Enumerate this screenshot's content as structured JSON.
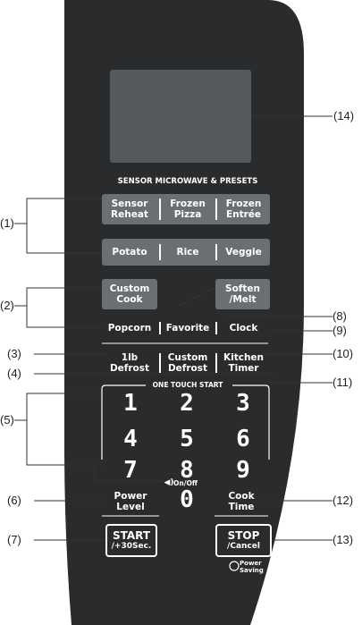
{
  "panel": {
    "title": "SENSOR MICROWAVE & PRESETS",
    "row1": [
      "Sensor\nReheat",
      "Frozen\nPizza",
      "Frozen\nEntrée"
    ],
    "row2": [
      "Potato",
      "Rice",
      "Veggie"
    ],
    "custom_cook": "Custom\nCook",
    "soften_melt": "Soften\n/Melt",
    "popcorn": "Popcorn",
    "favorite": "Favorite",
    "clock": "Clock",
    "defrost_1lb": "1lb\nDefrost",
    "custom_defrost": "Custom\nDefrost",
    "kitchen_timer": "Kitchen\nTimer",
    "one_touch_start": "ONE TOUCH START",
    "digits": [
      "1",
      "2",
      "3",
      "4",
      "5",
      "6",
      "7",
      "8",
      "9",
      "0"
    ],
    "sound_label": "On/Off",
    "power_level": "Power\nLevel",
    "cook_time": "Cook\nTime",
    "start_line1": "START",
    "start_line2": "/+30Sec.",
    "stop_line1": "STOP",
    "stop_line2": "/Cancel",
    "power_saving": "Power\nSaving"
  },
  "callouts": {
    "c1": "(1)",
    "c2": "(2)",
    "c3": "(3)",
    "c4": "(4)",
    "c5": "(5)",
    "c6": "(6)",
    "c7": "(7)",
    "c8": "(8)",
    "c9": "(9)",
    "c10": "(10)",
    "c11": "(11)",
    "c12": "(12)",
    "c13": "(13)",
    "c14": "(14)"
  },
  "colors": {
    "panel": "#2a2b2c",
    "button": "#6b6f73",
    "display": "#56595c"
  }
}
